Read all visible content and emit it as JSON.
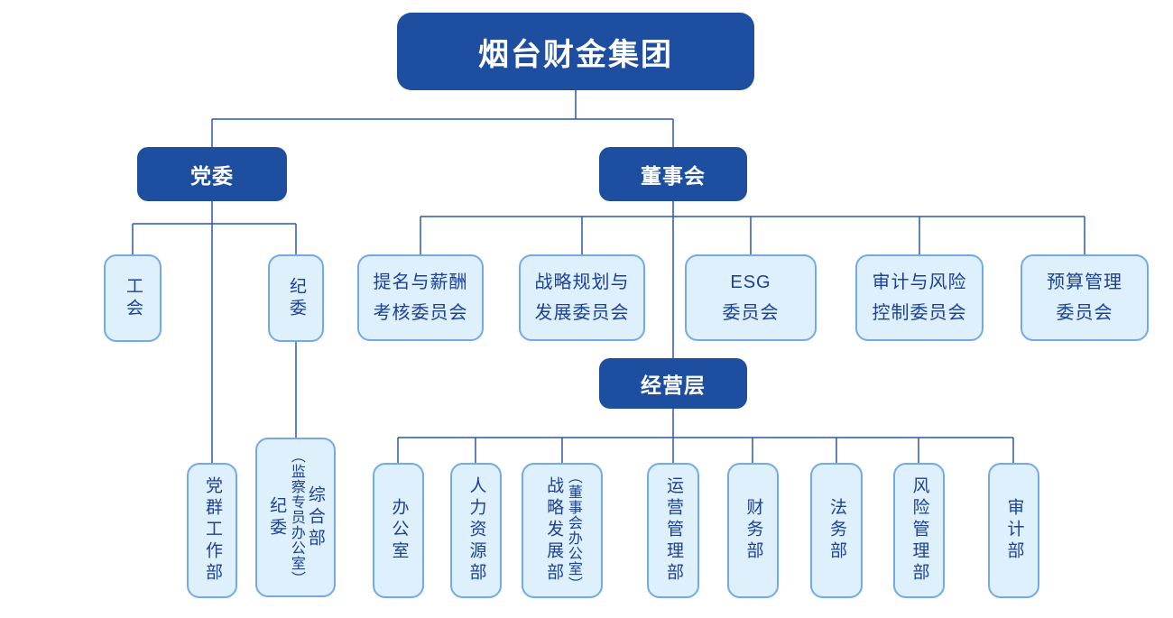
{
  "org": {
    "root": "烟台财金集团",
    "party": {
      "label": "党委"
    },
    "board": {
      "label": "董事会"
    },
    "management": {
      "label": "经营层"
    },
    "party_children": {
      "union": {
        "label": "工会"
      },
      "discipline": {
        "label": "纪委"
      }
    },
    "board_committees": [
      {
        "line1": "提名与薪酬",
        "line2": "考核委员会"
      },
      {
        "line1": "战略规划与",
        "line2": "发展委员会"
      },
      {
        "line1": "ESG",
        "line2": "委员会"
      },
      {
        "line1": "审计与风险",
        "line2": "控制委员会"
      },
      {
        "line1": "预算管理",
        "line2": "委员会"
      }
    ],
    "party_departments": [
      {
        "columns": [
          "党群工作部"
        ]
      },
      {
        "columns": [
          "纪委",
          "（监察专员办公室）",
          "综合部"
        ]
      }
    ],
    "management_departments": [
      {
        "columns": [
          "办公室"
        ]
      },
      {
        "columns": [
          "人力资源部"
        ]
      },
      {
        "columns": [
          "战略发展部",
          "（董事会办公室）"
        ]
      },
      {
        "columns": [
          "运营管理部"
        ]
      },
      {
        "columns": [
          "财务部"
        ]
      },
      {
        "columns": [
          "法务部"
        ]
      },
      {
        "columns": [
          "风险管理部"
        ]
      },
      {
        "columns": [
          "审计部"
        ]
      }
    ],
    "colors": {
      "primary_box": "#1e4e9f",
      "light_box_fill": "#def0fc",
      "light_box_border": "#74a9e9",
      "light_box_text": "#1c4096",
      "connector_line": "#2a58a9"
    }
  }
}
